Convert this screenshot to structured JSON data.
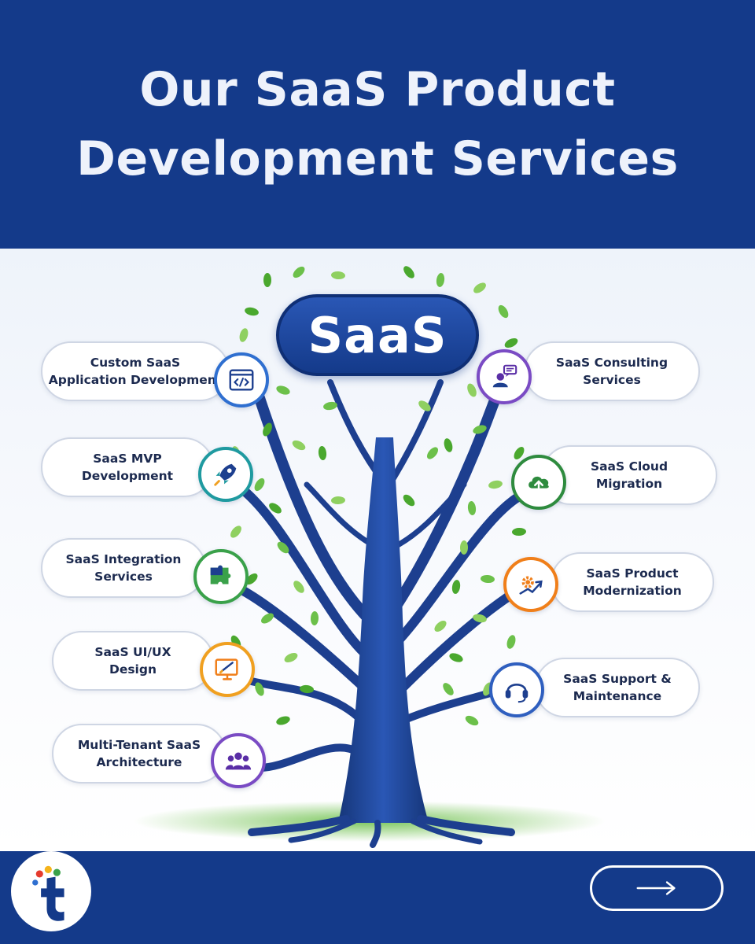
{
  "header": {
    "title_line1": "Our SaaS Product",
    "title_line2": "Development Services"
  },
  "tree": {
    "center_label": "SaaS"
  },
  "services_left": [
    {
      "label": "Custom SaaS\nApplication Development",
      "icon": "code-window-icon",
      "color": "#2f6fd0"
    },
    {
      "label": "SaaS MVP\nDevelopment",
      "icon": "rocket-icon",
      "color": "#1f9aa0"
    },
    {
      "label": "SaaS Integration\nServices",
      "icon": "puzzle-icon",
      "color": "#3aa14a"
    },
    {
      "label": "SaaS UI/UX\nDesign",
      "icon": "design-monitor-icon",
      "color": "#f0a020"
    },
    {
      "label": "Multi-Tenant SaaS\nArchitecture",
      "icon": "users-group-icon",
      "color": "#7a4bc4"
    }
  ],
  "services_right": [
    {
      "label": "SaaS Consulting\nServices",
      "icon": "consultant-chat-icon",
      "color": "#7a4bc4"
    },
    {
      "label": "SaaS Cloud\nMigration",
      "icon": "cloud-upload-icon",
      "color": "#2e8b3e"
    },
    {
      "label": "SaaS Product\nModernization",
      "icon": "gear-growth-icon",
      "color": "#f07f1a"
    },
    {
      "label": "SaaS Support &\nMaintenance",
      "icon": "headset-icon",
      "color": "#2f5fbf"
    }
  ],
  "colors": {
    "brand_navy": "#143a8a",
    "leaf_green": "#5cb63a",
    "trunk_blue": "#1d3f8f"
  }
}
